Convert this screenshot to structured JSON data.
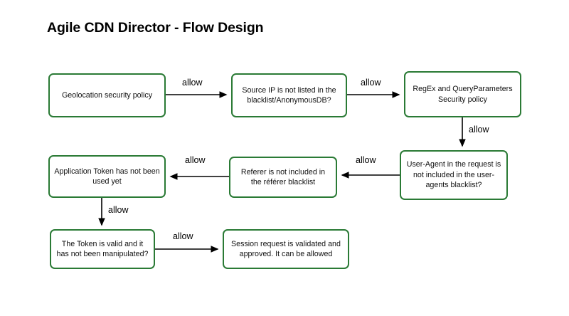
{
  "title": "Agile CDN Director - Flow Design",
  "theme": {
    "background": "#ffffff",
    "node_border": "#2a7a35",
    "node_fill": "#ffffff",
    "text": "#111111",
    "edge": "#000000"
  },
  "nodes": {
    "geolocation": {
      "label": "Geolocation security policy"
    },
    "source_ip": {
      "label": "Source IP is  not listed in the blacklist/AnonymousDB?"
    },
    "regex": {
      "label": "RegEx and QueryParameters Security policy"
    },
    "user_agent": {
      "label": "User-Agent in the request is not included in the user-agents blacklist?"
    },
    "referer": {
      "label": "Referer is not included in the référer blacklist"
    },
    "app_token": {
      "label": "Application Token has not been used yet"
    },
    "token_valid": {
      "label": "The Token is valid and it has not been manipulated?"
    },
    "session": {
      "label": "Session request is validated and approved. It can be allowed"
    }
  },
  "edges": [
    {
      "id": "e1",
      "from": "geolocation",
      "to": "source_ip",
      "label": "allow",
      "direction": "right"
    },
    {
      "id": "e2",
      "from": "source_ip",
      "to": "regex",
      "label": "allow",
      "direction": "right"
    },
    {
      "id": "e3",
      "from": "regex",
      "to": "user_agent",
      "label": "allow",
      "direction": "down"
    },
    {
      "id": "e4",
      "from": "user_agent",
      "to": "referer",
      "label": "allow",
      "direction": "left"
    },
    {
      "id": "e5",
      "from": "referer",
      "to": "app_token",
      "label": "allow",
      "direction": "left"
    },
    {
      "id": "e6",
      "from": "app_token",
      "to": "token_valid",
      "label": "allow",
      "direction": "down"
    },
    {
      "id": "e7",
      "from": "token_valid",
      "to": "session",
      "label": "allow",
      "direction": "right"
    }
  ]
}
